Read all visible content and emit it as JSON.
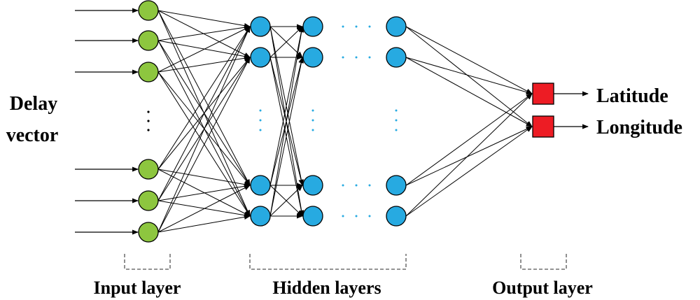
{
  "input_label": {
    "line1": "Delay",
    "line2": "vector"
  },
  "outputs": [
    "Latitude",
    "Longitude"
  ],
  "layer_labels": {
    "input": "Input layer",
    "hidden": "Hidden layers",
    "output": "Output layer"
  },
  "colors": {
    "input_node": "#8DC63F",
    "hidden_node": "#27AAE1",
    "output_node": "#ED1C24",
    "stroke": "#000000",
    "ellipsis_hidden": "#27AAE1",
    "ellipsis_input": "#000000"
  }
}
